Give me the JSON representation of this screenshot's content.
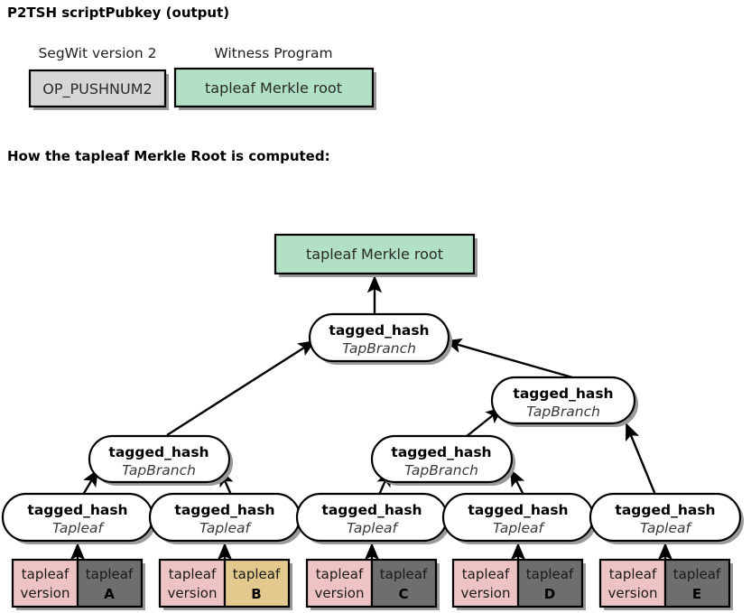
{
  "page": {
    "title_top": "P2TSH scriptPubkey (output)",
    "section_heading": "How the tapleaf Merkle Root is computed:"
  },
  "colors": {
    "green": "#b2e0c4",
    "gray_box": "#d6d6d6",
    "pink": "#eec3c3",
    "dark_gray": "#6e6e6e",
    "tan": "#e3c98d",
    "outline": "#000000",
    "shadow": "#9a9a9a"
  },
  "scriptpubkey": {
    "fields": [
      {
        "caption": "SegWit version 2",
        "value": "OP_PUSHNUM2",
        "fill": "gray_box"
      },
      {
        "caption": "Witness Program",
        "value": "tapleaf Merkle root",
        "fill": "green"
      }
    ]
  },
  "merkle_tree": {
    "root_box": {
      "label": "tapleaf Merkle root",
      "fill": "green"
    },
    "branch_nodes": [
      {
        "id": "branch-root",
        "title": "tagged_hash",
        "subtitle": "TapBranch"
      },
      {
        "id": "branch-right",
        "title": "tagged_hash",
        "subtitle": "TapBranch"
      },
      {
        "id": "branch-left",
        "title": "tagged_hash",
        "subtitle": "TapBranch"
      },
      {
        "id": "branch-mid",
        "title": "tagged_hash",
        "subtitle": "TapBranch"
      }
    ],
    "leaf_nodes": [
      {
        "id": "leaf-hash-a",
        "title": "tagged_hash",
        "subtitle": "Tapleaf"
      },
      {
        "id": "leaf-hash-b",
        "title": "tagged_hash",
        "subtitle": "Tapleaf"
      },
      {
        "id": "leaf-hash-c",
        "title": "tagged_hash",
        "subtitle": "Tapleaf"
      },
      {
        "id": "leaf-hash-d",
        "title": "tagged_hash",
        "subtitle": "Tapleaf"
      },
      {
        "id": "leaf-hash-e",
        "title": "tagged_hash",
        "subtitle": "Tapleaf"
      }
    ],
    "leaf_boxes": [
      {
        "id": "leaf-box-a",
        "version_line1": "tapleaf",
        "version_line2": "version",
        "script_line1": "tapleaf",
        "script_letter": "A",
        "script_fill": "dark_gray"
      },
      {
        "id": "leaf-box-b",
        "version_line1": "tapleaf",
        "version_line2": "version",
        "script_line1": "tapleaf",
        "script_letter": "B",
        "script_fill": "tan"
      },
      {
        "id": "leaf-box-c",
        "version_line1": "tapleaf",
        "version_line2": "version",
        "script_line1": "tapleaf",
        "script_letter": "C",
        "script_fill": "dark_gray"
      },
      {
        "id": "leaf-box-d",
        "version_line1": "tapleaf",
        "version_line2": "version",
        "script_line1": "tapleaf",
        "script_letter": "D",
        "script_fill": "dark_gray"
      },
      {
        "id": "leaf-box-e",
        "version_line1": "tapleaf",
        "version_line2": "version",
        "script_line1": "tapleaf",
        "script_letter": "E",
        "script_fill": "dark_gray"
      }
    ]
  }
}
